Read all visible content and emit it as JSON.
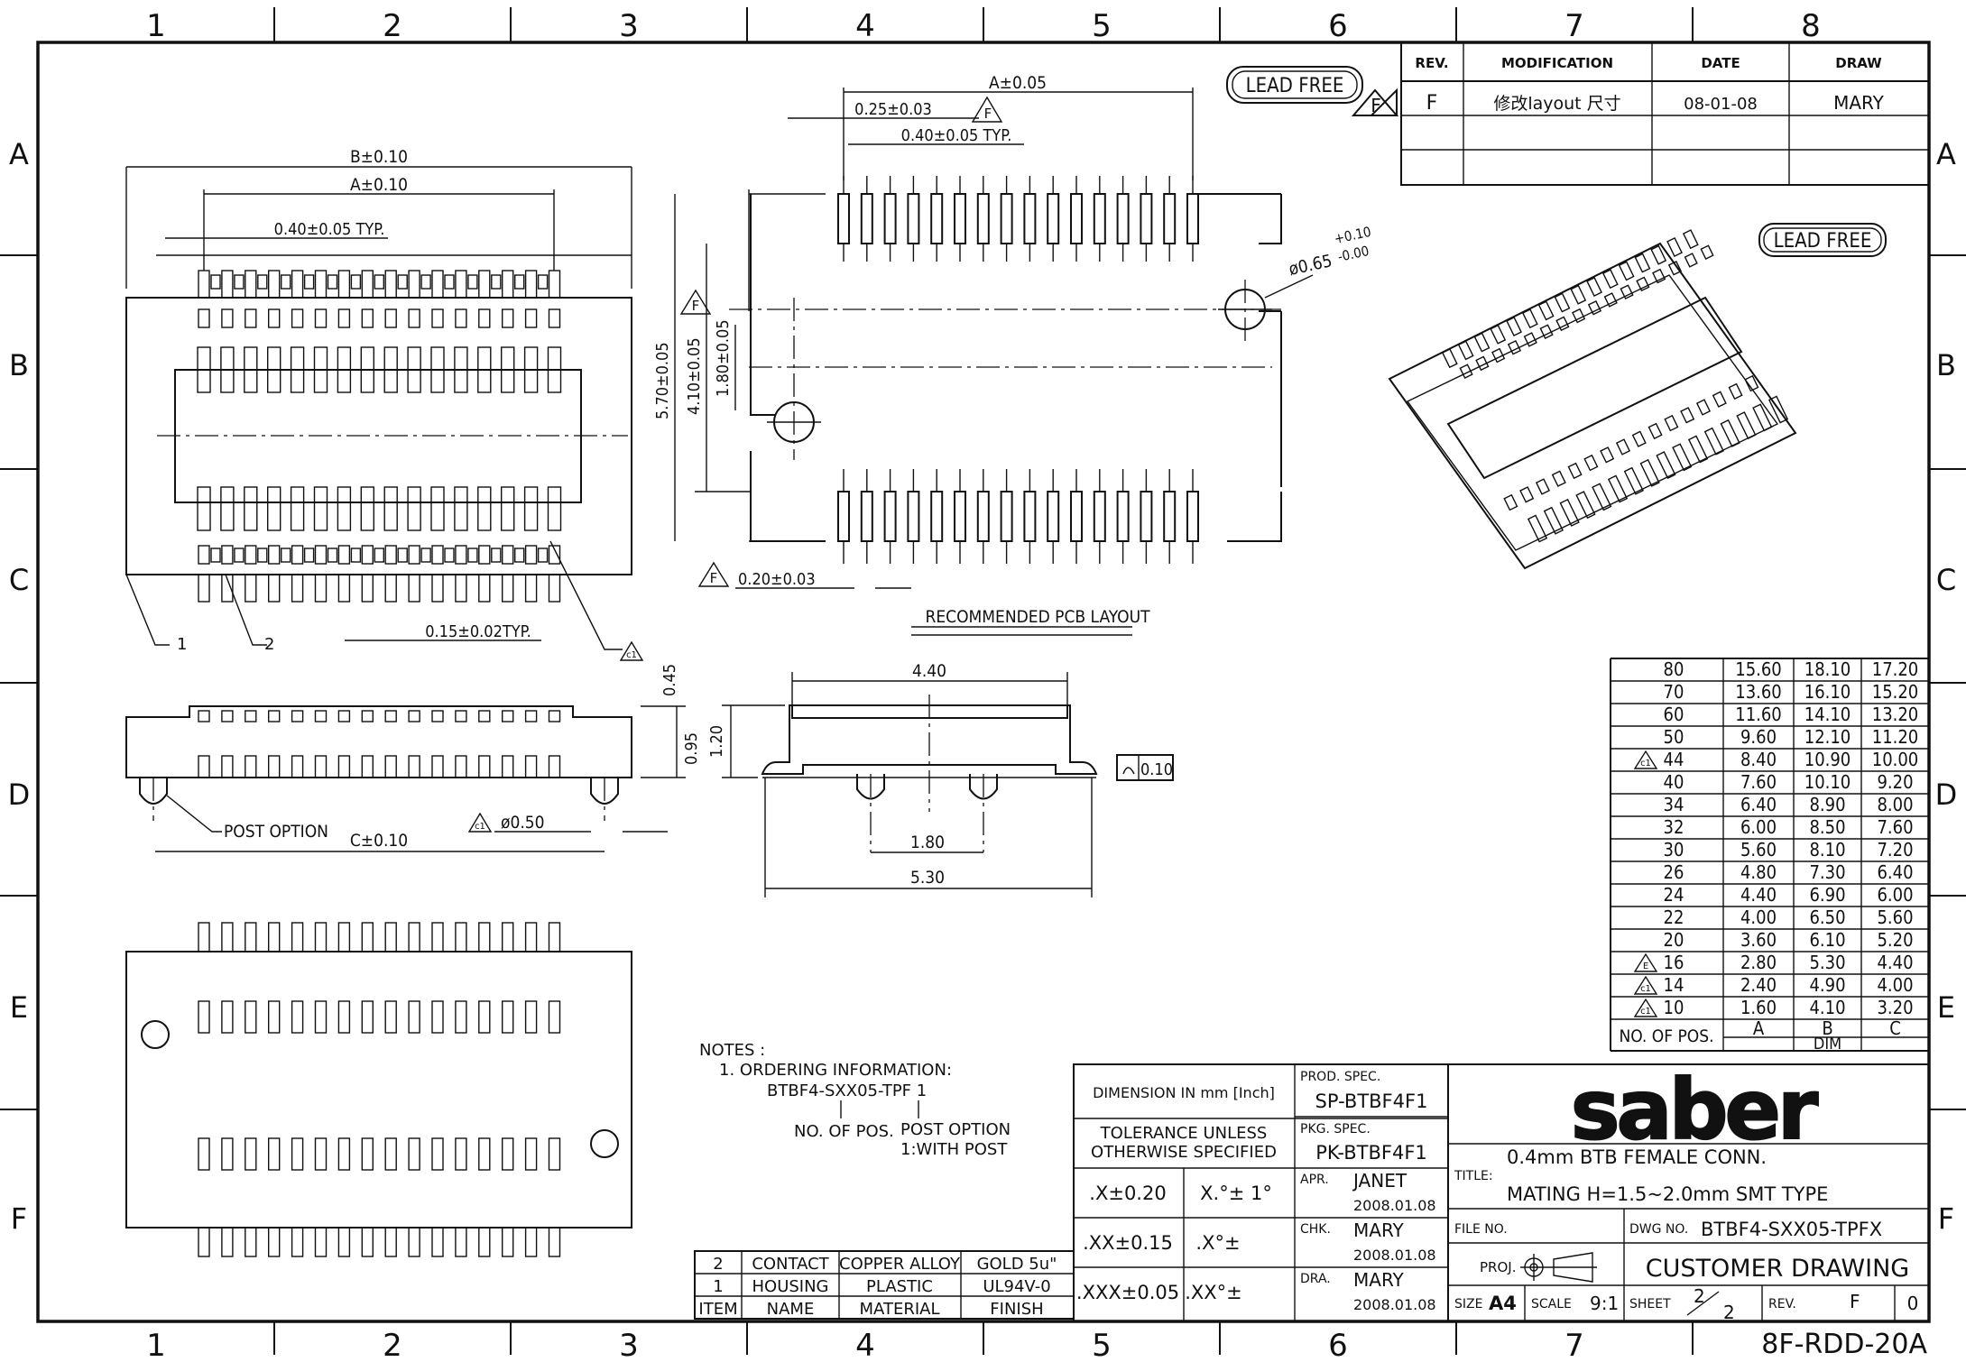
{
  "grid": {
    "cols": [
      "1",
      "2",
      "3",
      "4",
      "5",
      "6",
      "7",
      "8"
    ],
    "rows": [
      "A",
      "B",
      "C",
      "D",
      "E",
      "F"
    ]
  },
  "badges": {
    "lead_free": "LEAD FREE",
    "rev_f": "F",
    "rev_c1": "c1"
  },
  "revision_table": {
    "headers": [
      "REV.",
      "MODIFICATION",
      "DATE",
      "DRAW"
    ],
    "rows": [
      {
        "rev": "F",
        "modification": "修改layout 尺寸",
        "date": "08-01-08",
        "draw": "MARY"
      }
    ]
  },
  "top_view": {
    "dim_b": "B±0.10",
    "dim_a": "A±0.10",
    "pitch": "0.40±0.05 TYP.",
    "pin_width": "0.15±0.02TYP.",
    "callout_1": "1",
    "callout_2": "2"
  },
  "side_view": {
    "dim_045": "0.45",
    "dim_095": "0.95",
    "post_option": "POST OPTION",
    "dim_c": "C±0.10",
    "post_dia": "ø0.50"
  },
  "pcb_layout": {
    "dim_a": "A±0.05",
    "pad_width": "0.25±0.03",
    "pitch": "0.40±0.05 TYP.",
    "hole": "ø0.65",
    "hole_tol_plus": "+0.10",
    "hole_tol_minus": "-0.00",
    "dim_570": "5.70±0.05",
    "dim_410": "4.10±0.05",
    "dim_180": "1.80±0.05",
    "offset": "0.20±0.03",
    "caption": "RECOMMENDED PCB LAYOUT"
  },
  "end_view": {
    "dim_440": "4.40",
    "dim_120": "1.20",
    "flatness": "0.10",
    "dim_180": "1.80",
    "dim_530": "5.30"
  },
  "dim_table": {
    "rows": [
      {
        "pos": "80",
        "a": "15.60",
        "b": "18.10",
        "c": "17.20",
        "mark": ""
      },
      {
        "pos": "70",
        "a": "13.60",
        "b": "16.10",
        "c": "15.20",
        "mark": ""
      },
      {
        "pos": "60",
        "a": "11.60",
        "b": "14.10",
        "c": "13.20",
        "mark": ""
      },
      {
        "pos": "50",
        "a": "9.60",
        "b": "12.10",
        "c": "11.20",
        "mark": ""
      },
      {
        "pos": "44",
        "a": "8.40",
        "b": "10.90",
        "c": "10.00",
        "mark": "c1"
      },
      {
        "pos": "40",
        "a": "7.60",
        "b": "10.10",
        "c": "9.20",
        "mark": ""
      },
      {
        "pos": "34",
        "a": "6.40",
        "b": "8.90",
        "c": "8.00",
        "mark": ""
      },
      {
        "pos": "32",
        "a": "6.00",
        "b": "8.50",
        "c": "7.60",
        "mark": ""
      },
      {
        "pos": "30",
        "a": "5.60",
        "b": "8.10",
        "c": "7.20",
        "mark": ""
      },
      {
        "pos": "26",
        "a": "4.80",
        "b": "7.30",
        "c": "6.40",
        "mark": ""
      },
      {
        "pos": "24",
        "a": "4.40",
        "b": "6.90",
        "c": "6.00",
        "mark": ""
      },
      {
        "pos": "22",
        "a": "4.00",
        "b": "6.50",
        "c": "5.60",
        "mark": ""
      },
      {
        "pos": "20",
        "a": "3.60",
        "b": "6.10",
        "c": "5.20",
        "mark": ""
      },
      {
        "pos": "16",
        "a": "2.80",
        "b": "5.30",
        "c": "4.40",
        "mark": "E"
      },
      {
        "pos": "14",
        "a": "2.40",
        "b": "4.90",
        "c": "4.00",
        "mark": "c1"
      },
      {
        "pos": "10",
        "a": "1.60",
        "b": "4.10",
        "c": "3.20",
        "mark": "c1"
      }
    ],
    "header_pos": "NO. OF POS.",
    "header_a": "A",
    "header_b": "B",
    "header_c": "C",
    "header_dim": "DIM"
  },
  "notes": {
    "title": "NOTES :",
    "line1": "1. ORDERING INFORMATION:",
    "part": "BTBF4-SXX05-TPF 1",
    "no_pos": "NO. OF POS.",
    "post_option": "POST OPTION",
    "with_post": "1:WITH POST"
  },
  "bom": {
    "rows": [
      {
        "item": "2",
        "name": "CONTACT",
        "material": "COPPER ALLOY",
        "finish": "GOLD 5u\""
      },
      {
        "item": "1",
        "name": "HOUSING",
        "material": "PLASTIC",
        "finish": "UL94V-0"
      }
    ],
    "headers": [
      "ITEM",
      "NAME",
      "MATERIAL",
      "FINISH"
    ]
  },
  "title_block": {
    "dimension": "DIMENSION IN mm [Inch]",
    "tolerance_1": "TOLERANCE UNLESS",
    "tolerance_2": "OTHERWISE SPECIFIED",
    "tol_x": ".X±0.20",
    "tol_xx": ".XX±0.15",
    "tol_xxx": ".XXX±0.05",
    "ang_x": "X.°± 1°",
    "ang_xx": ".X°±",
    "ang_xxx": ".XX°±",
    "prod_spec_label": "PROD. SPEC.",
    "prod_spec": "SP-BTBF4F1",
    "pkg_spec_label": "PKG. SPEC.",
    "pkg_spec": "PK-BTBF4F1",
    "apr_label": "APR.",
    "apr": "JANET",
    "apr_date": "2008.01.08",
    "chk_label": "CHK.",
    "chk": "MARY",
    "chk_date": "2008.01.08",
    "dra_label": "DRA.",
    "dra": "MARY",
    "dra_date": "2008.01.08",
    "logo": "saber",
    "title_label": "TITLE:",
    "title_1": "0.4mm BTB FEMALE CONN.",
    "title_2": "MATING H=1.5~2.0mm SMT TYPE",
    "file_no_label": "FILE NO.",
    "dwg_no_label": "DWG NO.",
    "dwg_no": "BTBF4-SXX05-TPFX",
    "proj_label": "PROJ.",
    "customer": "CUSTOMER DRAWING",
    "size_label": "SIZE",
    "size": "A4",
    "scale_label": "SCALE",
    "scale": "9:1",
    "sheet_label": "SHEET",
    "sheet_no": "2",
    "sheet_of": "2",
    "rev_label": "REV.",
    "rev": "F",
    "rev_num": "0"
  },
  "form_code": "8F-RDD-20A"
}
